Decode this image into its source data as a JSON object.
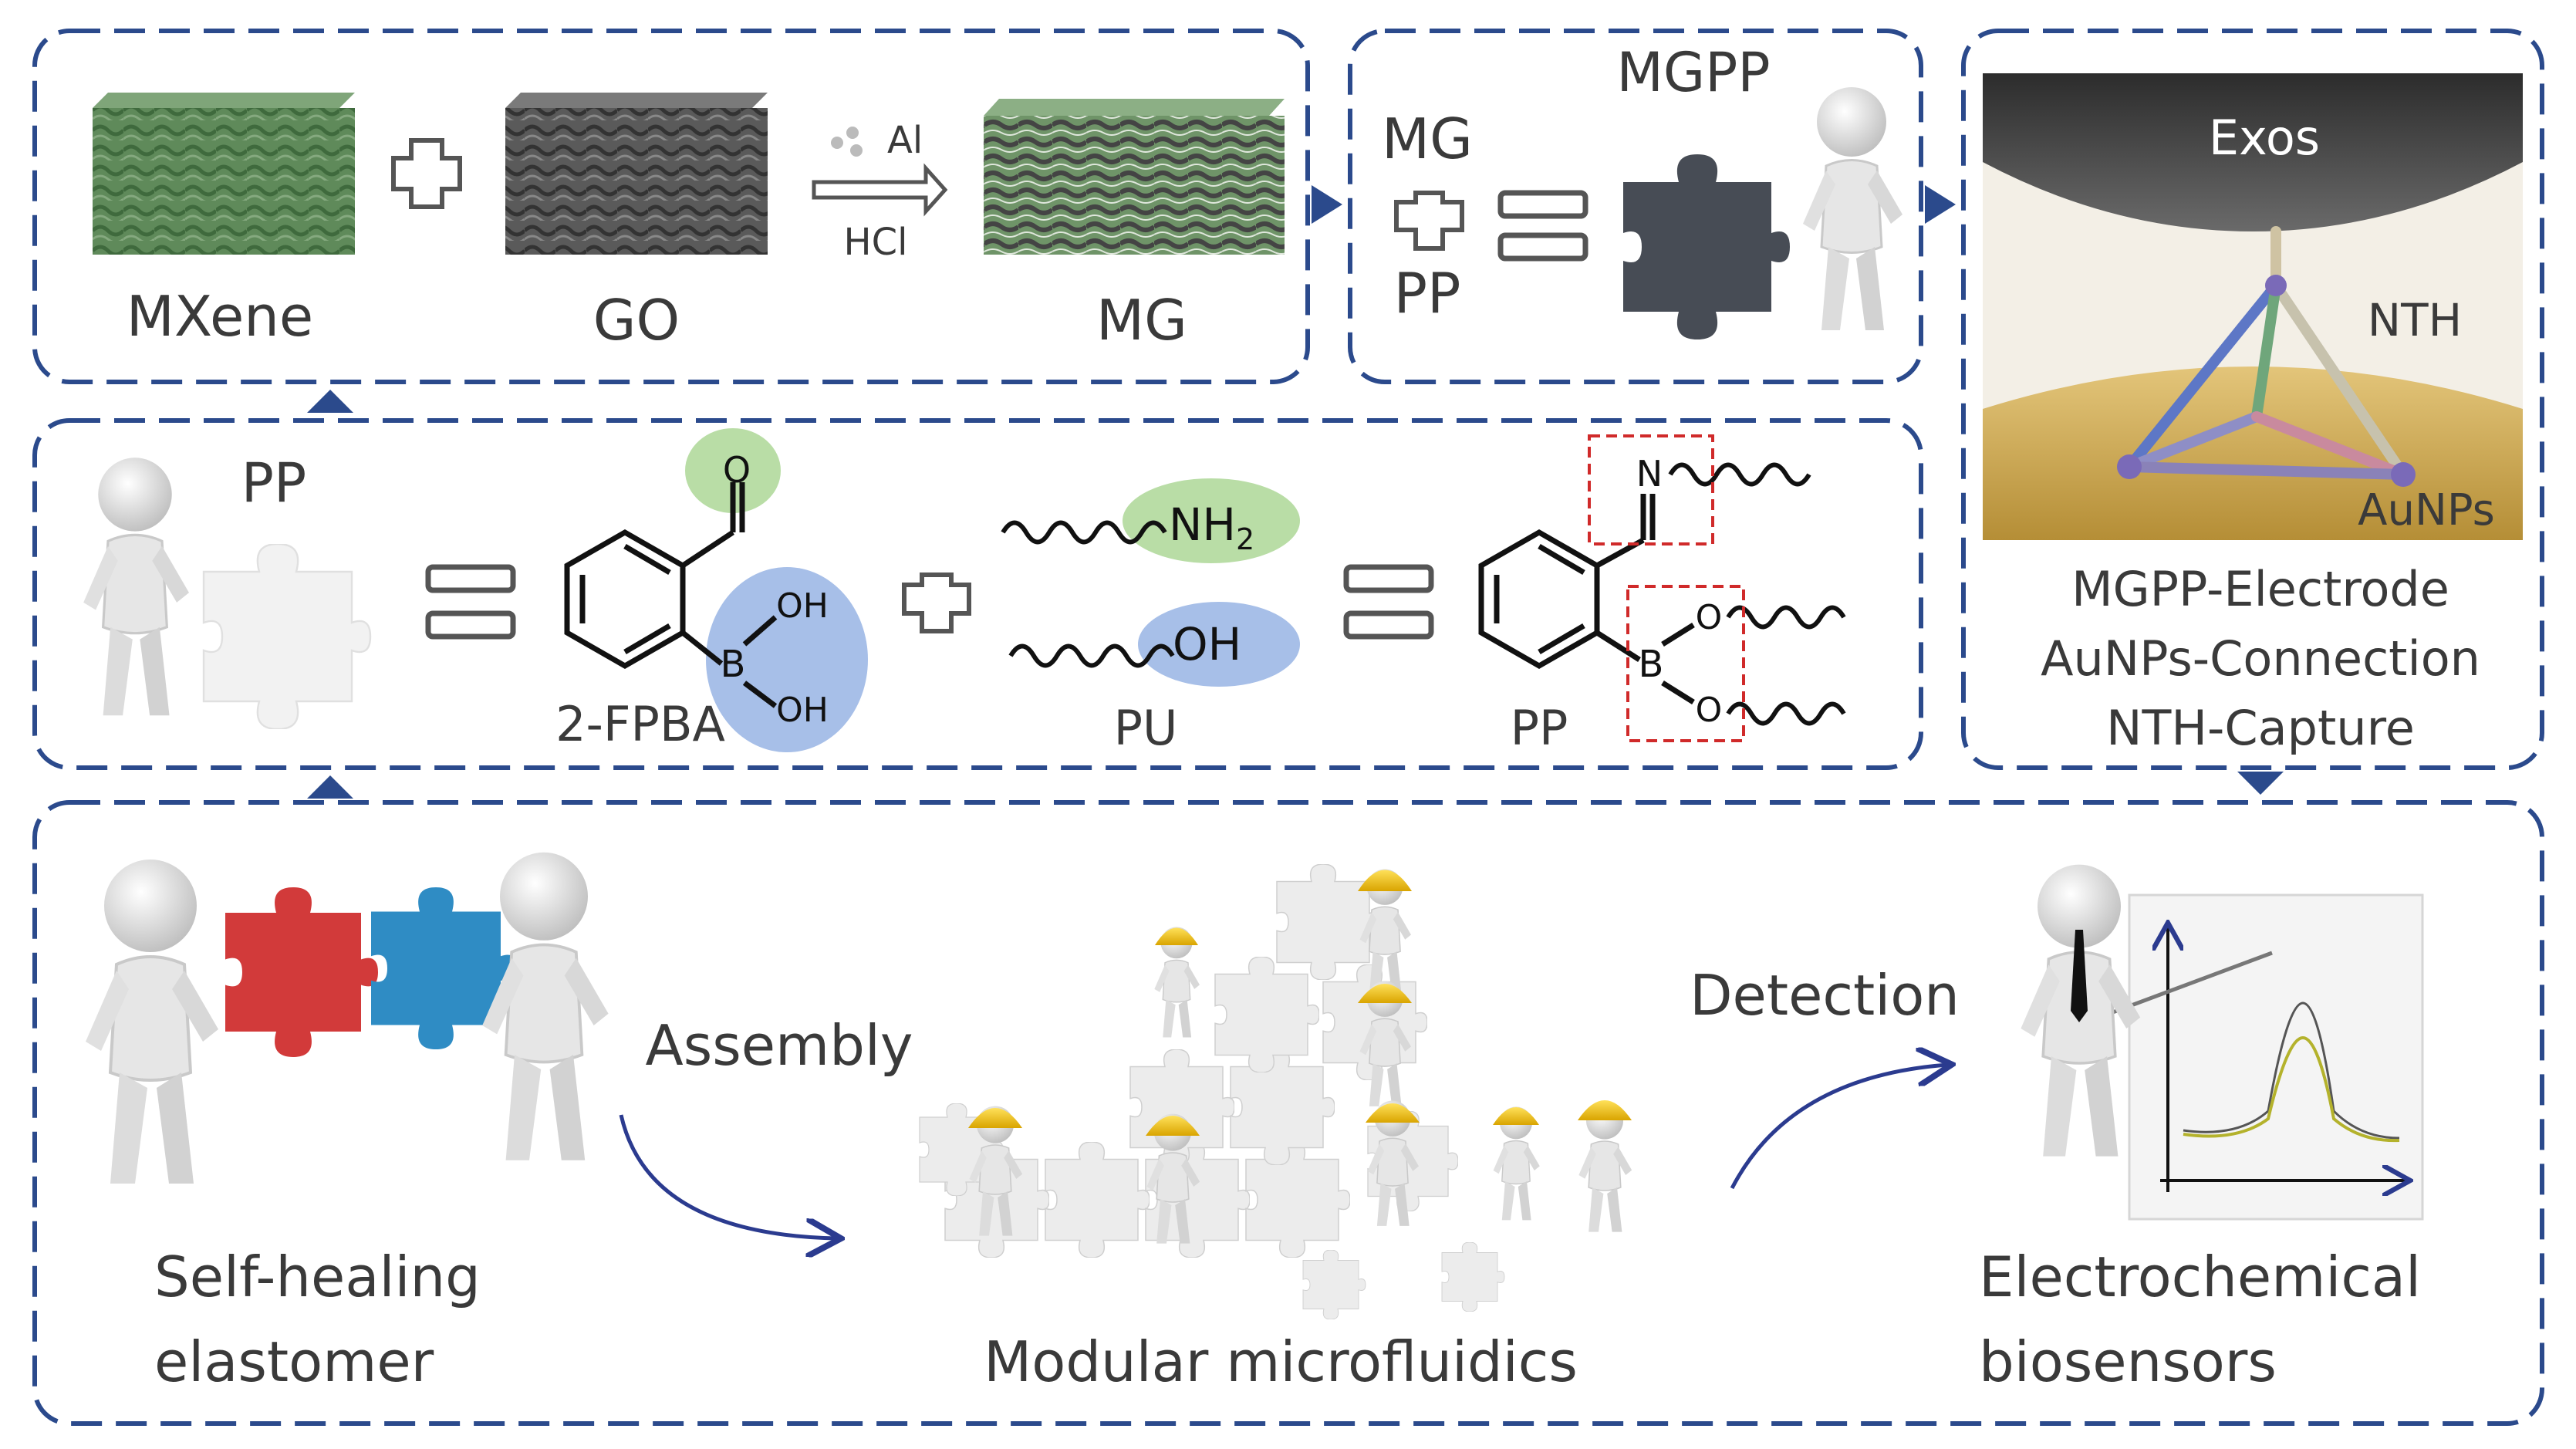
{
  "colors": {
    "frame": "#2b4a8c",
    "mxene": "#5f8a5a",
    "go": "#555555",
    "puzzle_dark": "#454a52",
    "red_piece": "#d23a3a",
    "blue_piece": "#2f8cc4",
    "green_blob": "#b9dda6",
    "blue_blob": "#a7bfe8",
    "helmet": "#f2c41a",
    "gold": "#c8a34a",
    "arrow": "#2b3b8f"
  },
  "panel_mg": {
    "mxene": "MXene",
    "go": "GO",
    "mg": "MG",
    "arrow_top": "Al",
    "arrow_bottom": "HCl"
  },
  "panel_mgpp": {
    "title": "MGPP",
    "mg": "MG",
    "pp": "PP"
  },
  "panel_sensor": {
    "exos": "Exos",
    "nth": "NTH",
    "aunps": "AuNPs",
    "lines": [
      "MGPP-Electrode",
      "AuNPs-Connection",
      "NTH-Capture"
    ]
  },
  "panel_pp": {
    "pp_title": "PP",
    "fpba": "2-FPBA",
    "pu": "PU",
    "pp_product": "PP",
    "o": "O",
    "oh": "OH",
    "b": "B",
    "n": "N",
    "nh2": "NH",
    "nh2_sub": "2"
  },
  "panel_bottom": {
    "self_healing_1": "Self-healing",
    "self_healing_2": "elastomer",
    "assembly": "Assembly",
    "modular": "Modular microfluidics",
    "detection": "Detection",
    "electrochem_1": "Electrochemical",
    "electrochem_2": "biosensors"
  },
  "icons": [
    "plus-icon",
    "equals-icon",
    "reaction-arrow-icon",
    "person-icon",
    "puzzle-piece-icon",
    "tetrahedron-icon",
    "hard-hat-icon",
    "curved-arrow-icon",
    "chart-icon"
  ]
}
